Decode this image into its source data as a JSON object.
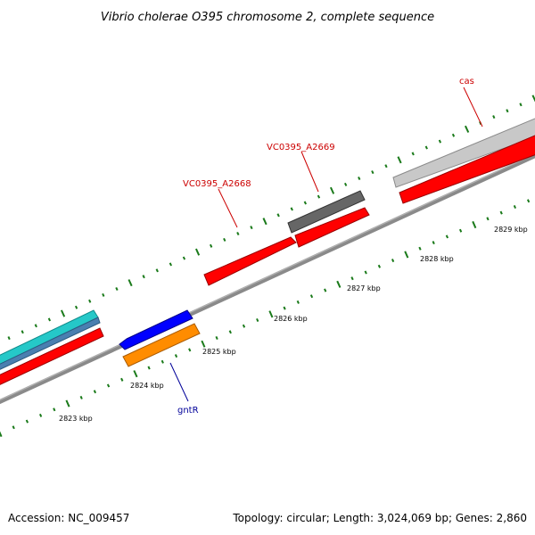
{
  "title": "Vibrio cholerae O395 chromosome 2, complete sequence",
  "footer": {
    "accession": "Accession: NC_009457",
    "summary": "Topology: circular; Length: 3,024,069 bp; Genes: 2,860"
  },
  "scale_labels": [
    "2823 kbp",
    "2824 kbp",
    "2825 kbp",
    "2826 kbp",
    "2827 kbp",
    "2828 kbp",
    "2829 kbp"
  ],
  "gene_labels": [
    {
      "id": "vc0395-a2668",
      "text": "VC0395_A2668",
      "color": "#cc0000"
    },
    {
      "id": "vc0395-a2669",
      "text": "VC0395_A2669",
      "color": "#cc0000"
    },
    {
      "id": "cas",
      "text": "cas",
      "color": "#cc0000"
    },
    {
      "id": "gntr",
      "text": "gntR",
      "color": "#000099"
    }
  ],
  "colors": {
    "cds_forward": "#ff0000",
    "cds_reverse": "#0000ff",
    "backbone": "#808080",
    "tick": "#1a7a1a",
    "teal": "#20c0c0",
    "orange": "#ff8c00",
    "gray_dark": "#666666",
    "gray_light": "#c8c8c8"
  }
}
